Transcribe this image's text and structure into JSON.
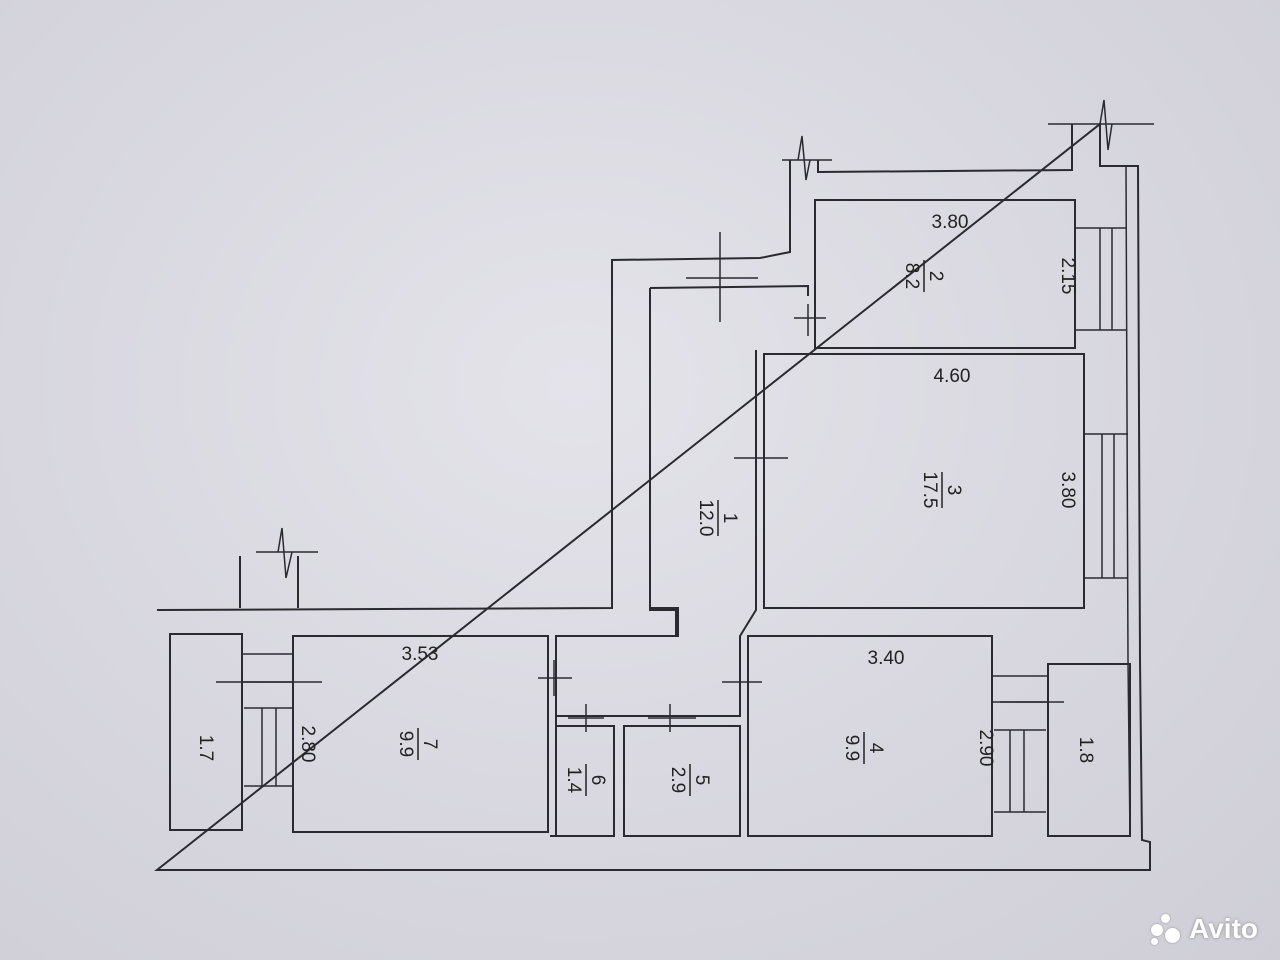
{
  "rooms": [
    {
      "number": "1",
      "area": "12.0"
    },
    {
      "number": "2",
      "area": "8.2"
    },
    {
      "number": "3",
      "area": "17.5"
    },
    {
      "number": "4",
      "area": "9.9"
    },
    {
      "number": "5",
      "area": "2.9"
    },
    {
      "number": "6",
      "area": "1.4"
    },
    {
      "number": "7",
      "area": "9.9"
    }
  ],
  "dimensions": {
    "room2_width": "3.80",
    "room2_depth": "2.15",
    "room3_width": "4.60",
    "room3_depth": "3.80",
    "room4_width": "3.40",
    "room4_depth": "2.90",
    "room7_width": "3.53",
    "room7_depth": "2.80"
  },
  "balconies": {
    "left_area": "1.7",
    "right_area": "1.8"
  },
  "watermark": {
    "text": "Avito",
    "icon": "avito-logo-icon"
  }
}
